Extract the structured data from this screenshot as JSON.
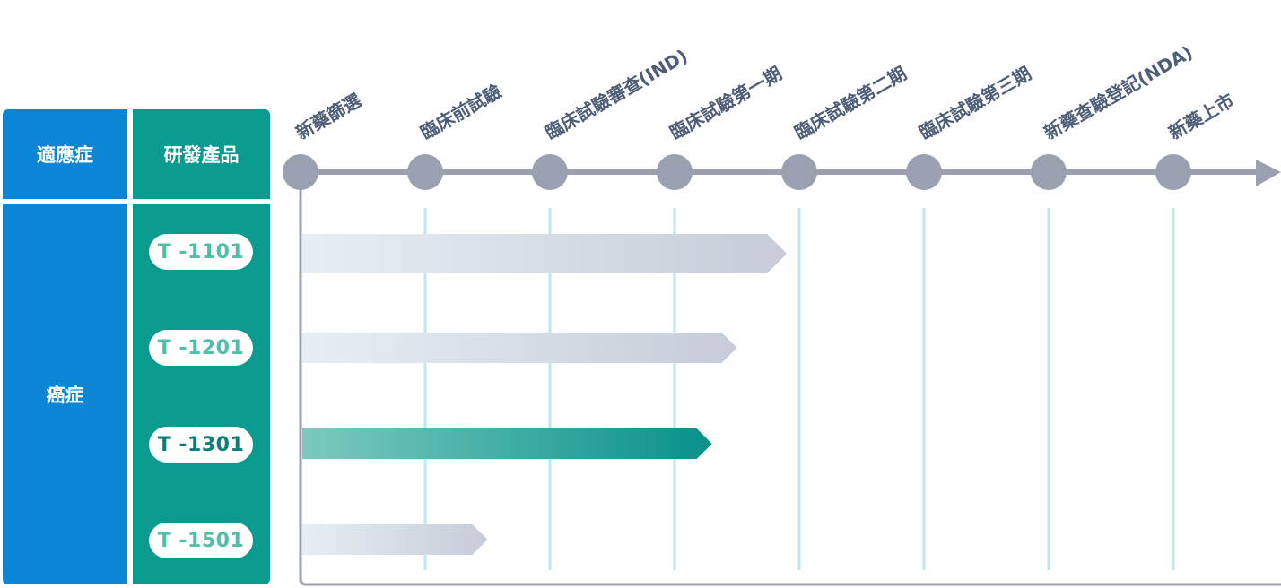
{
  "header": {
    "indication": "適應症",
    "product": "研發產品"
  },
  "indication": "癌症",
  "stages": [
    "新藥篩選",
    "臨床前試驗",
    "臨床試驗審查(IND)",
    "臨床試驗第一期",
    "臨床試驗第二期",
    "臨床試驗第三期",
    "新藥查驗登記(NDA)",
    "新藥上市"
  ],
  "products": [
    {
      "name": "T -1101",
      "progress_stage_index": 3.9,
      "active": false
    },
    {
      "name": "T -1201",
      "progress_stage_index": 3.5,
      "active": false
    },
    {
      "name": "T -1301",
      "progress_stage_index": 3.3,
      "active": true
    },
    {
      "name": "T -1501",
      "progress_stage_index": 1.5,
      "active": false
    }
  ],
  "colors": {
    "header_blue": "#0a86d4",
    "header_teal": "#0a9a8e",
    "axis": "#9aa0b0",
    "bar_gray_end": "#c7ccd8",
    "bar_active_start": "#7ccabf",
    "bar_active_end": "#07918a",
    "grid": "#bfe6ec"
  }
}
